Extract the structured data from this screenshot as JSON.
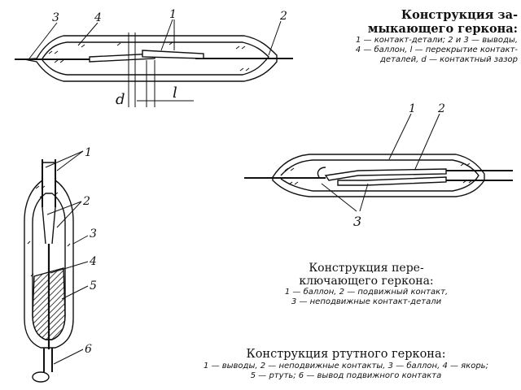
{
  "figure1": {
    "caption_title_lines": [
      "Конструкция за-",
      "мыкающего геркона:"
    ],
    "caption_lines": [
      "1 — контакт-детали; 2 и 3 — выводы,",
      "4 — баллон, l — перекрытие контакт-",
      "деталей, d — контактный зазор"
    ],
    "labels": {
      "l1": "1",
      "l2": "2",
      "l3": "3",
      "l4": "4",
      "d": "d",
      "l": "l"
    }
  },
  "figure2": {
    "caption_title_lines": [
      "Конструкция пере-",
      "ключающего геркона:"
    ],
    "caption_lines": [
      "1 — баллон, 2 — подвижный контакт,",
      "3 — неподвижные контакт-детали"
    ],
    "labels": {
      "l1": "1",
      "l2": "2",
      "l3": "3"
    }
  },
  "figure3": {
    "caption_title_lines": [
      "Конструкция ртутного геркона:"
    ],
    "caption_lines": [
      "1 — выводы,  2 — неподвижные контакты,  3 — баллон,  4 — якорь;",
      "5 — ртуть; 6 — вывод подвижного контакта"
    ],
    "labels": {
      "l1": "1",
      "l2": "2",
      "l3": "3",
      "l4": "4",
      "l5": "5",
      "l6": "6"
    }
  }
}
